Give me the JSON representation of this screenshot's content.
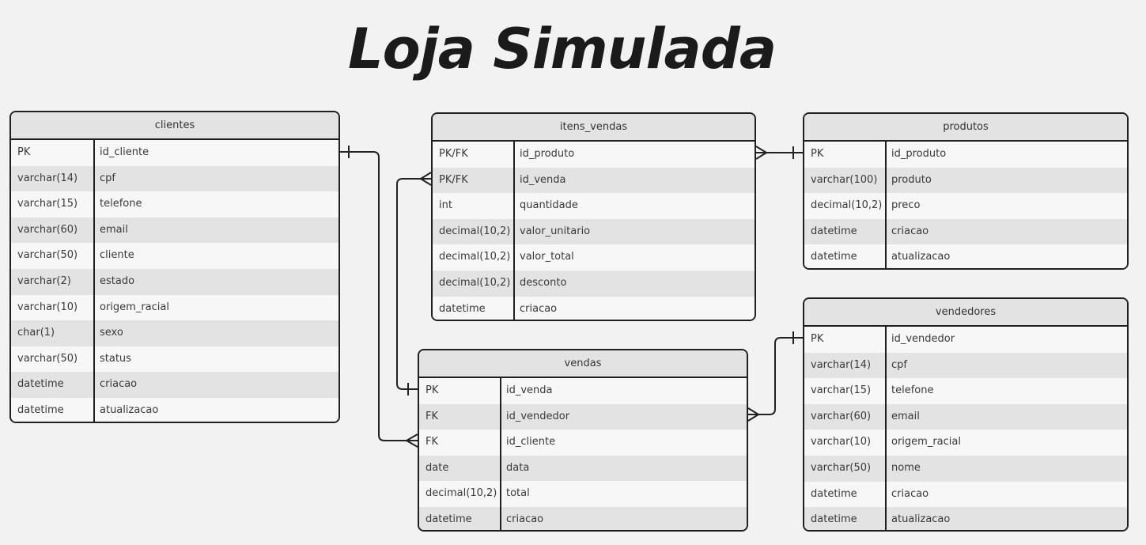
{
  "title": "Loja Simulada",
  "entities": {
    "clientes": {
      "name": "clientes",
      "rows": [
        {
          "type": "PK",
          "field": "id_cliente"
        },
        {
          "type": "varchar(14)",
          "field": "cpf"
        },
        {
          "type": "varchar(15)",
          "field": "telefone"
        },
        {
          "type": "varchar(60)",
          "field": "email"
        },
        {
          "type": "varchar(50)",
          "field": "cliente"
        },
        {
          "type": "varchar(2)",
          "field": "estado"
        },
        {
          "type": "varchar(10)",
          "field": "origem_racial"
        },
        {
          "type": "char(1)",
          "field": "sexo"
        },
        {
          "type": "varchar(50)",
          "field": "status"
        },
        {
          "type": "datetime",
          "field": "criacao"
        },
        {
          "type": "datetime",
          "field": "atualizacao"
        }
      ]
    },
    "itens_vendas": {
      "name": "itens_vendas",
      "rows": [
        {
          "type": "PK/FK",
          "field": "id_produto"
        },
        {
          "type": "PK/FK",
          "field": "id_venda"
        },
        {
          "type": "int",
          "field": "quantidade"
        },
        {
          "type": "decimal(10,2)",
          "field": "valor_unitario"
        },
        {
          "type": "decimal(10,2)",
          "field": "valor_total"
        },
        {
          "type": "decimal(10,2)",
          "field": "desconto"
        },
        {
          "type": "datetime",
          "field": "criacao"
        }
      ]
    },
    "produtos": {
      "name": "produtos",
      "rows": [
        {
          "type": "PK",
          "field": "id_produto"
        },
        {
          "type": "varchar(100)",
          "field": "produto"
        },
        {
          "type": "decimal(10,2)",
          "field": "preco"
        },
        {
          "type": "datetime",
          "field": "criacao"
        },
        {
          "type": "datetime",
          "field": "atualizacao"
        }
      ]
    },
    "vendas": {
      "name": "vendas",
      "rows": [
        {
          "type": "PK",
          "field": "id_venda"
        },
        {
          "type": "FK",
          "field": "id_vendedor"
        },
        {
          "type": "FK",
          "field": "id_cliente"
        },
        {
          "type": "date",
          "field": "data"
        },
        {
          "type": "decimal(10,2)",
          "field": "total"
        },
        {
          "type": "datetime",
          "field": "criacao"
        }
      ]
    },
    "vendedores": {
      "name": "vendedores",
      "rows": [
        {
          "type": "PK",
          "field": "id_vendedor"
        },
        {
          "type": "varchar(14)",
          "field": "cpf"
        },
        {
          "type": "varchar(15)",
          "field": "telefone"
        },
        {
          "type": "varchar(60)",
          "field": "email"
        },
        {
          "type": "varchar(10)",
          "field": "origem_racial"
        },
        {
          "type": "varchar(50)",
          "field": "nome"
        },
        {
          "type": "datetime",
          "field": "criacao"
        },
        {
          "type": "datetime",
          "field": "atualizacao"
        }
      ]
    }
  }
}
